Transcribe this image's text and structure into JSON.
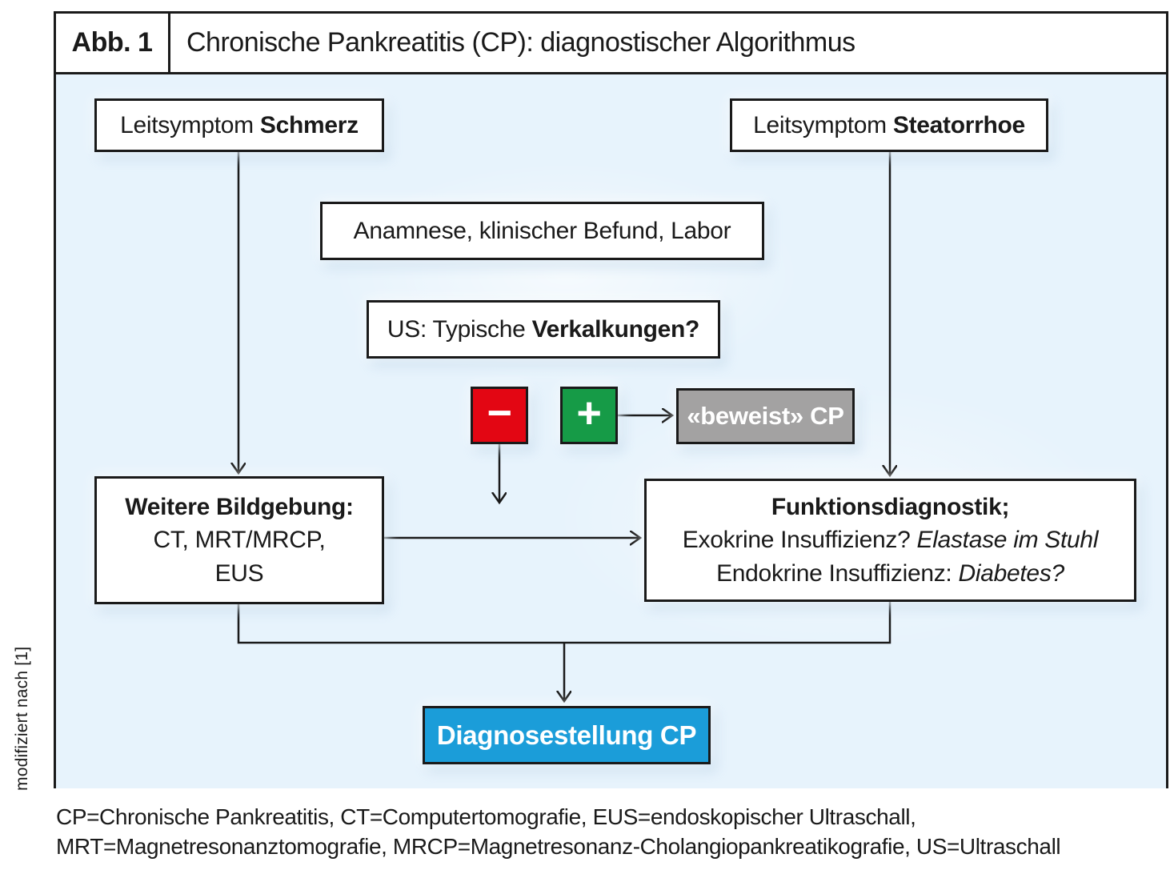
{
  "figure": {
    "label": "Abb. 1",
    "title": "Chronische Pankreatitis (CP): diagnostischer Algorithmus"
  },
  "source_note": "modifiziert nach [1]",
  "colors": {
    "background": "#e7f3fc",
    "negative_red": "#e30613",
    "positive_green": "#169b47",
    "neutral_gray": "#a3a2a2",
    "result_blue": "#1b9dd9",
    "line_black": "#1a1a1a"
  },
  "nodes": {
    "symptom_pain": {
      "prefix": "Leitsymptom ",
      "bold": "Schmerz"
    },
    "symptom_steatorrhea": {
      "prefix": "Leitsymptom ",
      "bold": "Steatorrhoe"
    },
    "anamnesis": {
      "text": "Anamnese, klinischer Befund, Labor"
    },
    "ultrasound": {
      "prefix": "US: Typische ",
      "bold": "Verkalkungen?"
    },
    "minus": {
      "symbol": "−"
    },
    "plus": {
      "symbol": "+"
    },
    "proves_cp": {
      "text": "«beweist» CP"
    },
    "imaging": {
      "title": "Weitere Bildgebung:",
      "line2": "CT, MRT/MRCP,",
      "line3": "EUS"
    },
    "function_diagnostics": {
      "title": "Funktionsdiagnostik;",
      "line2_normal": "Exokrine Insuffizienz? ",
      "line2_italic": "Elastase im Stuhl",
      "line3_normal": "Endokrine Insuffizienz: ",
      "line3_italic": "Diabetes?"
    },
    "diagnosis": {
      "text": "Diagnosestellung CP"
    }
  },
  "footnote": {
    "line1": "CP=Chronische Pankreatitis, CT=Computertomografie, EUS=endoskopischer Ultraschall,",
    "line2": "MRT=Magnetresonanztomografie, MRCP=Magnetresonanz-Cholangiopankreatikografie, US=Ultraschall"
  }
}
